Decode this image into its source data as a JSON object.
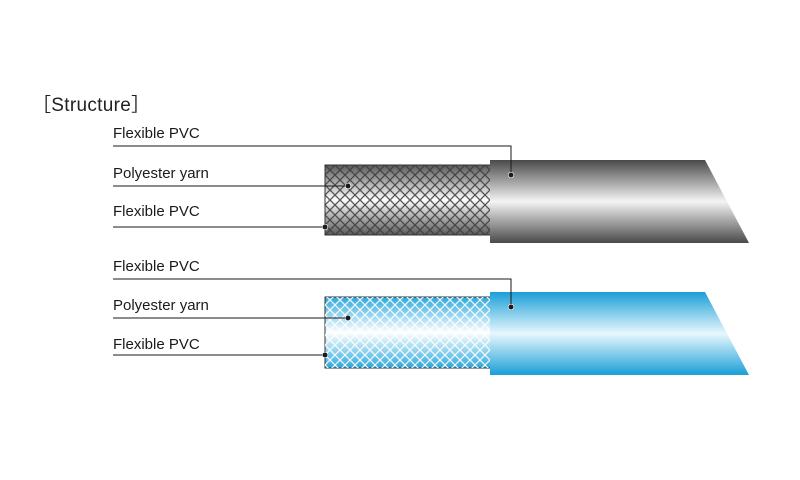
{
  "heading": "［Structure］",
  "diagrams": [
    {
      "name": "gray-hose",
      "labels": {
        "outer": "Flexible PVC",
        "middle": "Polyester yarn",
        "inner": "Flexible PVC"
      },
      "colors": {
        "dark": "#4a4a4a",
        "light": "#f4f4f4",
        "mesh": "#555555"
      }
    },
    {
      "name": "blue-hose",
      "labels": {
        "outer": "Flexible PVC",
        "middle": "Polyester yarn",
        "inner": "Flexible PVC"
      },
      "colors": {
        "dark": "#1a9fd8",
        "light": "#e8f7fd",
        "mesh": "#2aa8dd"
      }
    }
  ]
}
